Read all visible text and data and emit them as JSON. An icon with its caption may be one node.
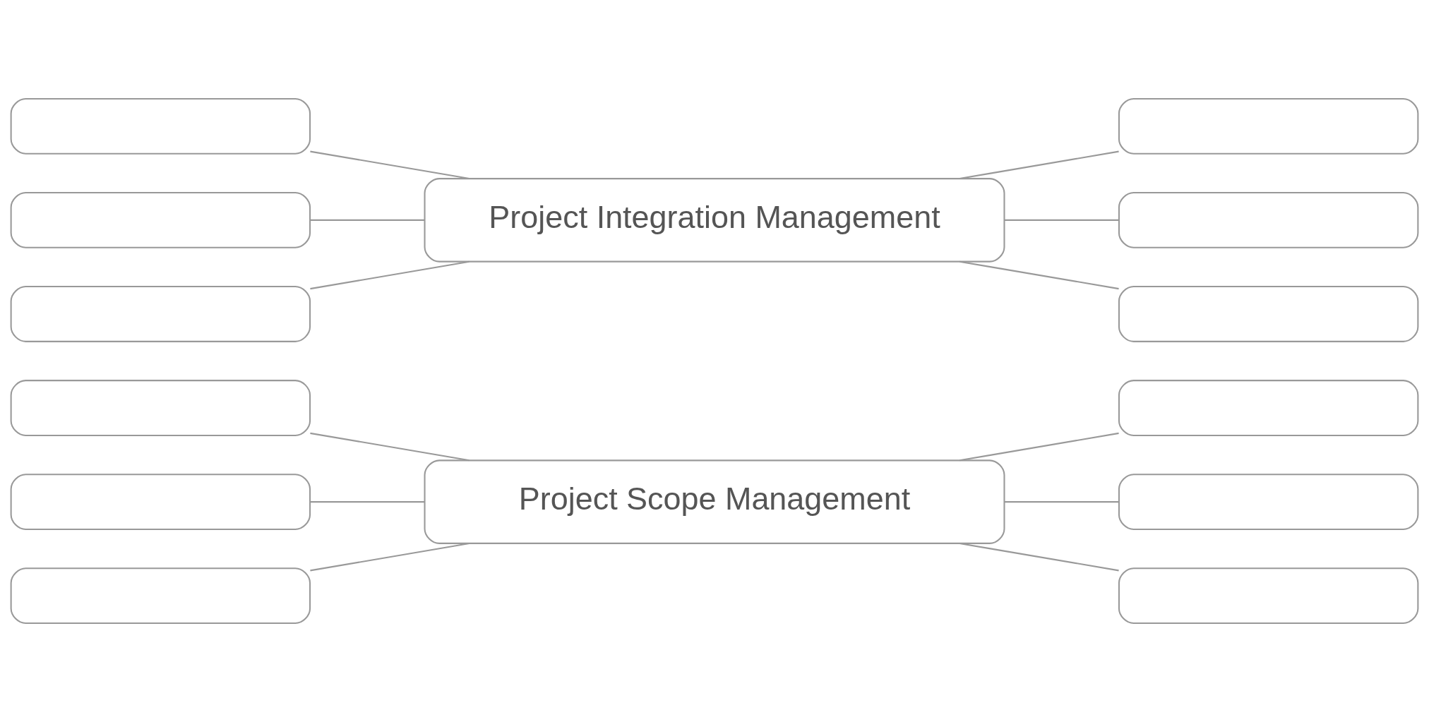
{
  "diagram": {
    "nodes": [
      {
        "text": [],
        "shape": "box"
      },
      {
        "text": [],
        "shape": "box"
      },
      {
        "text": [],
        "shape": "box"
      },
      {
        "text": [
          "Project Integration Management"
        ]
      },
      {
        "text": [],
        "shape": "box"
      },
      {
        "text": [],
        "shape": "box"
      },
      {
        "text": [],
        "shape": "box"
      },
      {
        "text": [],
        "shape": "box"
      },
      {
        "text": [],
        "shape": "box"
      },
      {
        "text": [],
        "shape": "box"
      },
      {
        "text": [
          "Project Scope Management"
        ]
      },
      {
        "text": [],
        "shape": "box"
      },
      {
        "text": [],
        "shape": "box"
      },
      {
        "text": [],
        "shape": "box"
      }
    ],
    "edges": [
      {
        "from": 0,
        "to": 3,
        "arrow": "none"
      },
      {
        "from": 1,
        "to": 3,
        "arrow": "none"
      },
      {
        "from": 2,
        "to": 3,
        "arrow": "none"
      },
      {
        "from": 3,
        "to": 4,
        "arrow": "none"
      },
      {
        "from": 3,
        "to": 5,
        "arrow": "none"
      },
      {
        "from": 3,
        "to": 6,
        "arrow": "none"
      },
      {
        "from": 7,
        "to": 10,
        "arrow": "none"
      },
      {
        "from": 8,
        "to": 10,
        "arrow": "none"
      },
      {
        "from": 9,
        "to": 10,
        "arrow": "none"
      },
      {
        "from": 10,
        "to": 11,
        "arrow": "none"
      },
      {
        "from": 10,
        "to": 12,
        "arrow": "none"
      },
      {
        "from": 10,
        "to": 13,
        "arrow": "none"
      }
    ]
  }
}
